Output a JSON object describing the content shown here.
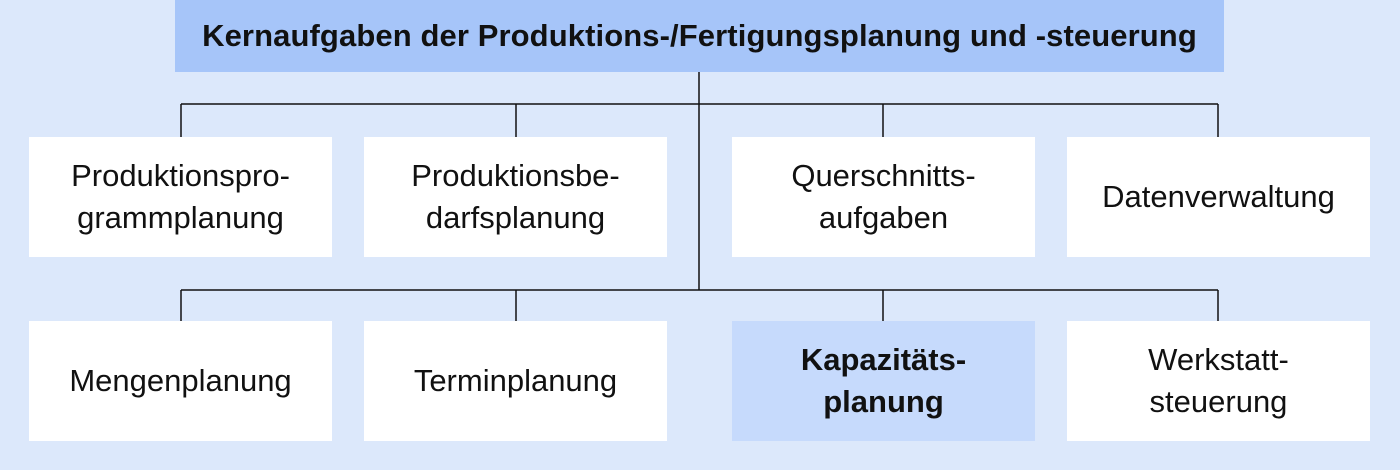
{
  "title": "Kernaufgaben der Produktions-/Fertigungsplanung und -steuerung",
  "row1": [
    "Produktionspro-\ngrammplanung",
    "Produktionsbe-\ndarfsplanung",
    "Querschnitts-\naufgaben",
    "Datenverwaltung"
  ],
  "row2": [
    "Mengenplanung",
    "Terminplanung",
    "Kapazitäts-\nplanung",
    "Werkstatt-\nsteuerung"
  ],
  "highlighted_node": "Kapazitäts-\nplanung",
  "colors": {
    "background": "#dce8fb",
    "title_box": "#a6c5f9",
    "node": "#ffffff",
    "highlight_node": "#c6dafc",
    "connector": "#111111"
  }
}
